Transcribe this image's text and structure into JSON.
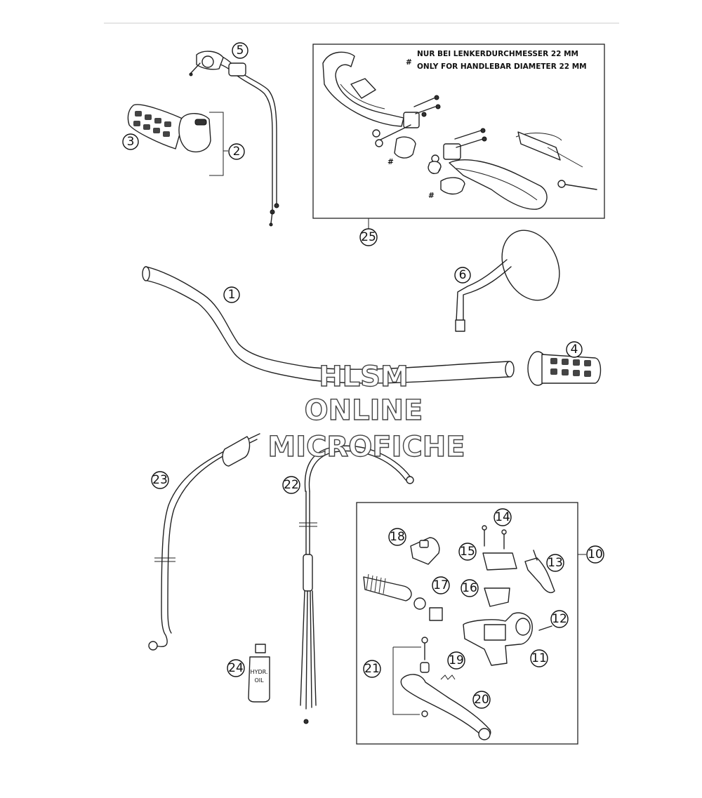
{
  "note": {
    "symbol": "#",
    "line1": "NUR BEI LENKERDURCHMESSER 22 MM",
    "line2": "ONLY FOR HANDLEBAR DIAMETER 22 MM"
  },
  "hash_marks": [
    "#",
    "#",
    "#"
  ],
  "watermark": {
    "line1": "HLSM",
    "line2": "ONLINE",
    "line3": "MICROFICHE"
  },
  "oil_label": {
    "line1": "HYDR.",
    "line2": "OIL"
  },
  "callouts": [
    "1",
    "2",
    "3",
    "4",
    "5",
    "6",
    "10",
    "11",
    "12",
    "13",
    "14",
    "15",
    "16",
    "17",
    "18",
    "19",
    "20",
    "21",
    "22",
    "23",
    "24",
    "25"
  ]
}
